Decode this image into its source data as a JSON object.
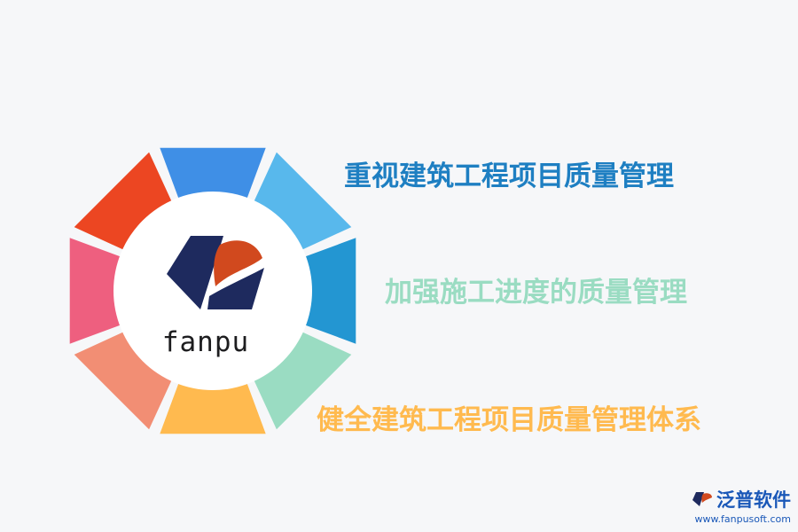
{
  "diagram": {
    "center_label": "fanpu",
    "segment_colors": [
      "#3f8fe6",
      "#58b8ec",
      "#2396d2",
      "#9adcc2",
      "#ffba4f",
      "#f28e74",
      "#ee5f7f",
      "#ec4622"
    ],
    "points": [
      {
        "text": "重视建筑工程项目质量管理",
        "color": "#1e7fc2"
      },
      {
        "text": "加强施工进度的质量管理",
        "color": "#9adcc2"
      },
      {
        "text": "健全建筑工程项目质量管理体系",
        "color": "#ffba4f"
      }
    ]
  },
  "brand": {
    "name": "泛普软件",
    "url": "www.fanpusoft.com"
  }
}
